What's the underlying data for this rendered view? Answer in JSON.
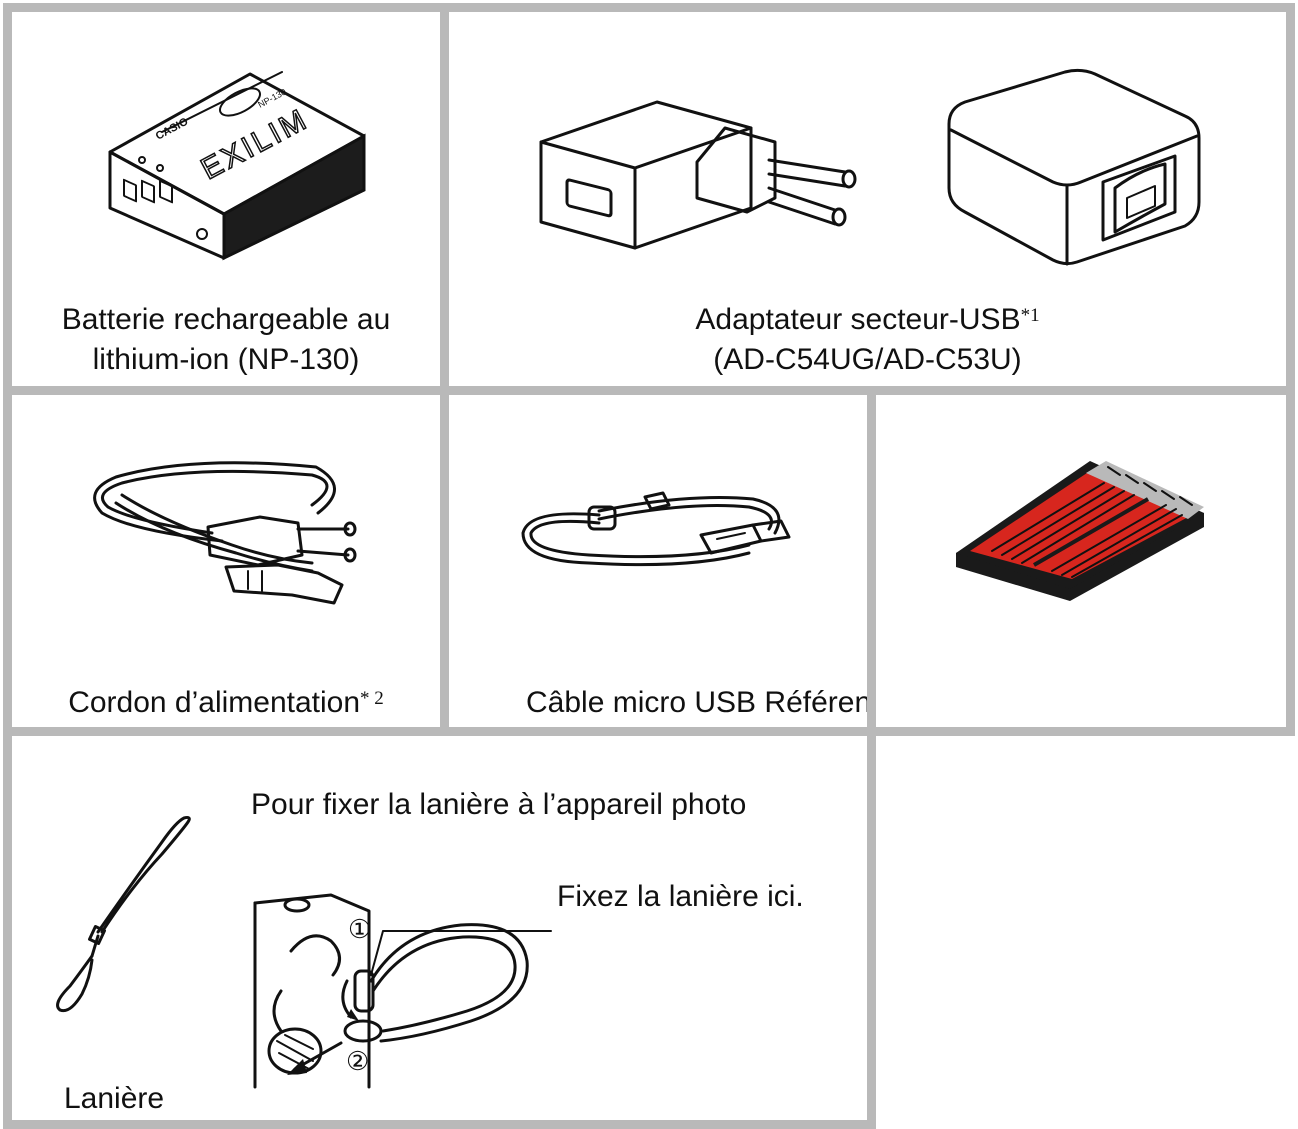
{
  "battery": {
    "line1": "Batterie rechargeable au",
    "line2": "lithium-ion (NP-130)",
    "brand": "CASIO",
    "logo": "EXILIM",
    "model": "NP-130"
  },
  "adapter": {
    "line1": "Adaptateur secteur-USB",
    "note": "*1",
    "line2": "(AD-C54UG/AD-C53U)"
  },
  "cord": {
    "label": "Cordon d’alimentation",
    "note": "* 2"
  },
  "cable": {
    "label": "Câble micro USB Référence de base"
  },
  "strap": {
    "title": "Pour fixer la lanière à l’appareil photo",
    "callout": "Fixez la lanière ici.",
    "step1": "①",
    "step2": "②",
    "label": "Lanière"
  },
  "colors": {
    "border": "#b9b9b9",
    "card_red": "#d7261e",
    "ink": "#111111"
  }
}
